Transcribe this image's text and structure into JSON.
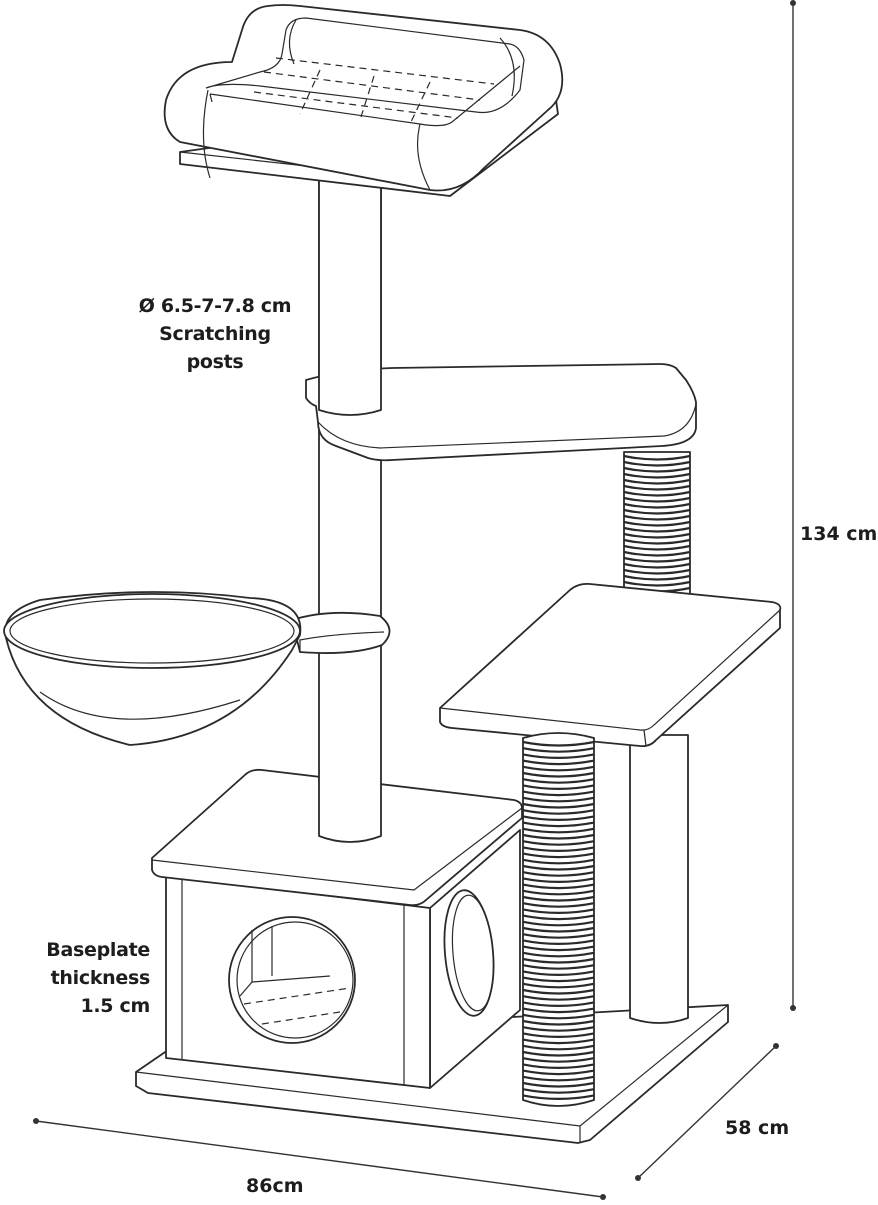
{
  "labels": {
    "post_diameter_line1": "Ø 6.5-7-7.8 cm",
    "post_diameter_line2": "Scratching",
    "post_diameter_line3": "posts",
    "baseplate_line1": "Baseplate",
    "baseplate_line2": "thickness",
    "baseplate_line3": "1.5 cm",
    "height": "134 cm",
    "depth": "58 cm",
    "width": "86cm"
  }
}
